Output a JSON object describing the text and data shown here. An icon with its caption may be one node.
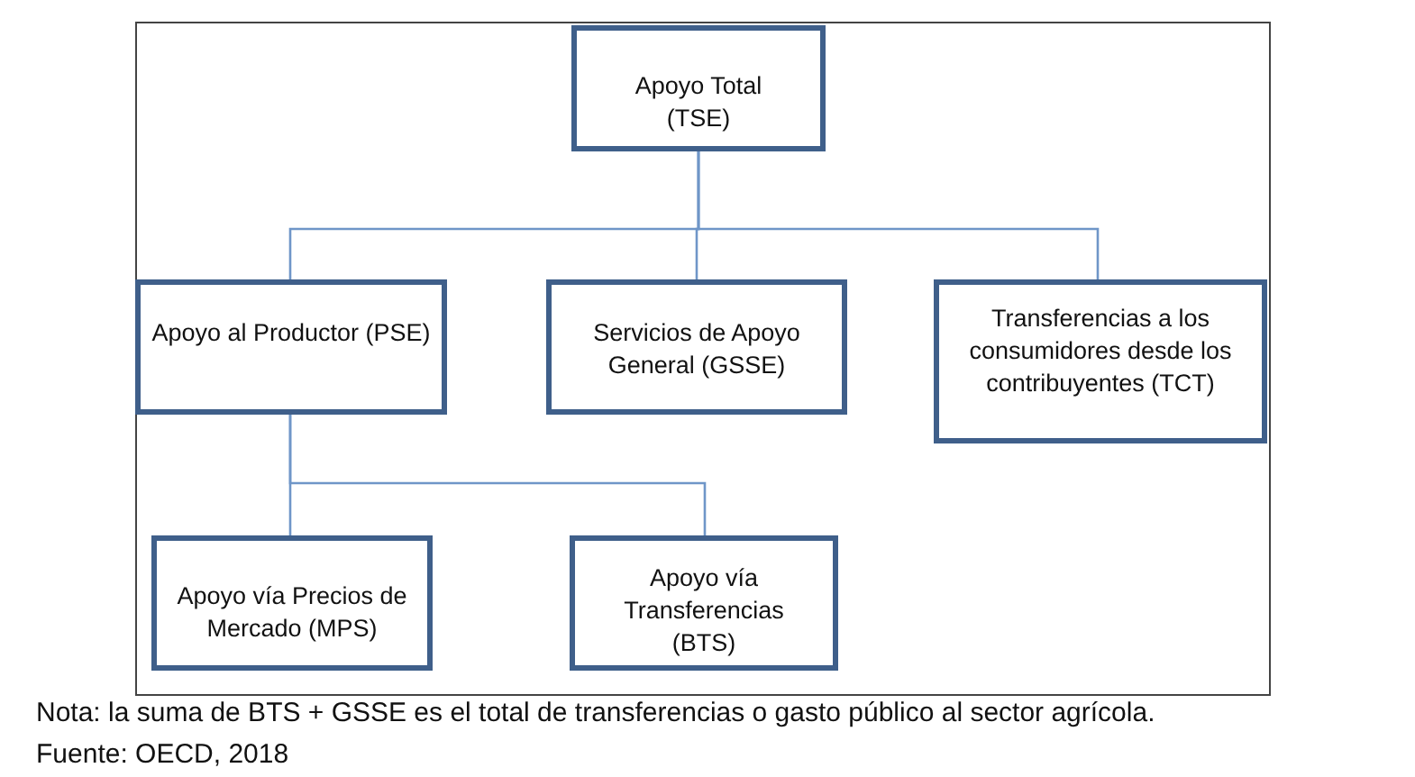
{
  "diagram": {
    "nodes": [
      {
        "text": [
          "Apoyo Total (TSE)"
        ]
      },
      {
        "text": [
          "Apoyo al Productor (PSE)"
        ]
      },
      {
        "text": [
          "Servicios de Apoyo General (GSSE)"
        ]
      },
      {
        "text": [
          "Transferencias a los consumidores desde los contribuyentes (TCT)"
        ]
      },
      {
        "text": [
          "Apoyo vía Precios de Mercado (MPS)"
        ]
      },
      {
        "text": [
          "Apoyo vía Transferencias (BTS)"
        ]
      }
    ],
    "edges": [
      {
        "from": 0,
        "to": 1,
        "arrow": "none"
      },
      {
        "from": 0,
        "to": 2,
        "arrow": "none"
      },
      {
        "from": 0,
        "to": 3,
        "arrow": "none"
      },
      {
        "from": 1,
        "to": 4,
        "arrow": "none"
      },
      {
        "from": 1,
        "to": 5,
        "arrow": "none"
      }
    ],
    "labels": [
      "Nota: la suma de BTS + GSSE es el total de transferencias o gasto público al sector agrícola.",
      "Fuente: OECD, 2018"
    ]
  }
}
